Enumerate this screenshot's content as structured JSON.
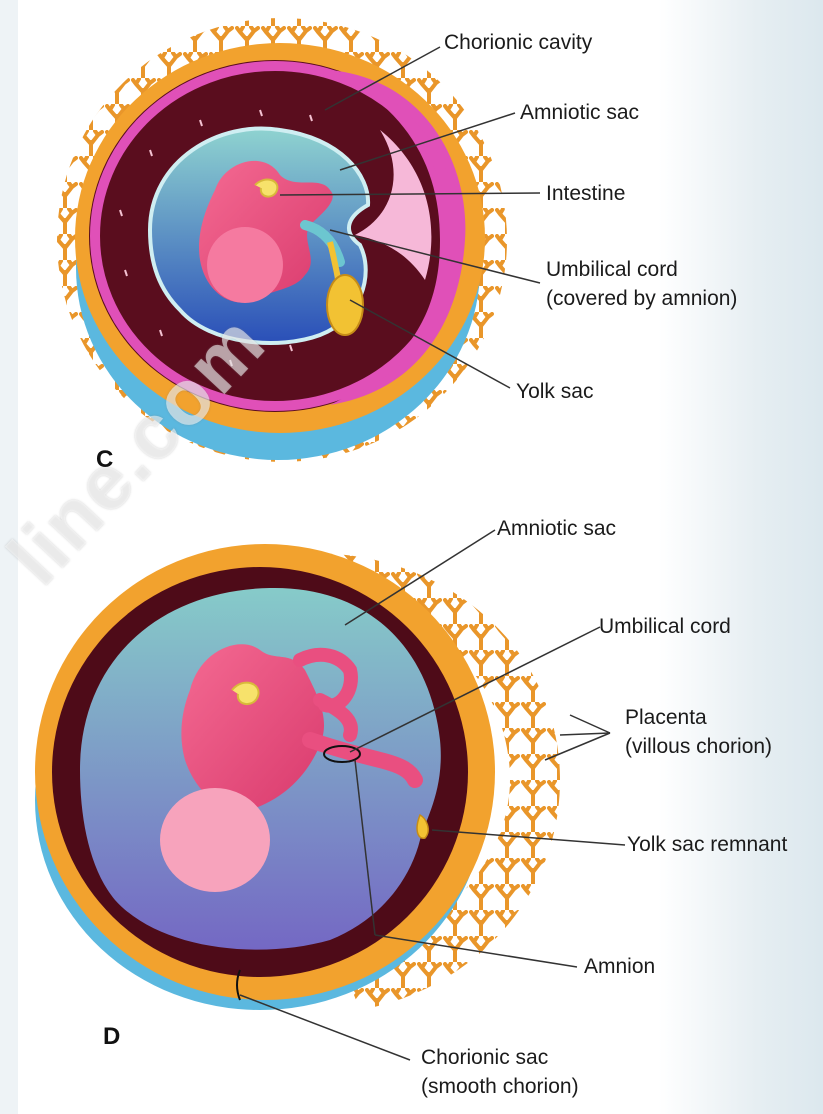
{
  "panels": [
    {
      "letter": "C",
      "labels": [
        {
          "key": "chorionic_cavity",
          "text": "Chorionic cavity"
        },
        {
          "key": "amniotic_sac",
          "text": "Amniotic sac"
        },
        {
          "key": "intestine",
          "text": "Intestine"
        },
        {
          "key": "umbilical_cord_1",
          "text": "Umbilical cord"
        },
        {
          "key": "umbilical_cord_2",
          "text": "(covered by amnion)"
        },
        {
          "key": "yolk_sac",
          "text": "Yolk sac"
        }
      ]
    },
    {
      "letter": "D",
      "labels": [
        {
          "key": "amniotic_sac",
          "text": "Amniotic sac"
        },
        {
          "key": "umbilical_cord",
          "text": "Umbilical cord"
        },
        {
          "key": "placenta_1",
          "text": "Placenta"
        },
        {
          "key": "placenta_2",
          "text": "(villous chorion)"
        },
        {
          "key": "yolk_sac_remnant",
          "text": "Yolk sac remnant"
        },
        {
          "key": "amnion",
          "text": "Amnion"
        },
        {
          "key": "chorionic_sac_1",
          "text": "Chorionic sac"
        },
        {
          "key": "chorionic_sac_2",
          "text": "(smooth chorion)"
        }
      ]
    }
  ],
  "watermark": "line.com",
  "colors": {
    "chorion_orange": "#F2A22E",
    "chorion_blue": "#5BB8DF",
    "cavity_maroon": "#5A0D1E",
    "amnion_pink": "#E050B8",
    "amniotic_fluid": "#7FC4CC",
    "embryo_pink": "#EE5A88",
    "yolk_yellow": "#F2C233"
  }
}
